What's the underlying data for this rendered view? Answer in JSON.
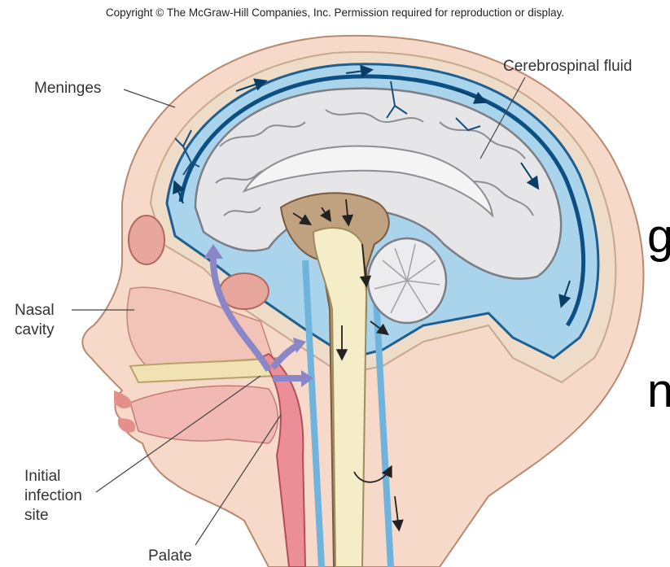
{
  "copyright": "Copyright © The McGraw-Hill Companies, Inc. Permission required for reproduction or display.",
  "labels": {
    "meninges": "Meninges",
    "csf": "Cerebrospinal fluid",
    "nasal_line1": "Nasal",
    "nasal_line2": "cavity",
    "infection_line1": "Initial",
    "infection_line2": "infection",
    "infection_line3": "site",
    "palate": "Palate"
  },
  "background_fragments": [
    "g",
    "n"
  ]
}
